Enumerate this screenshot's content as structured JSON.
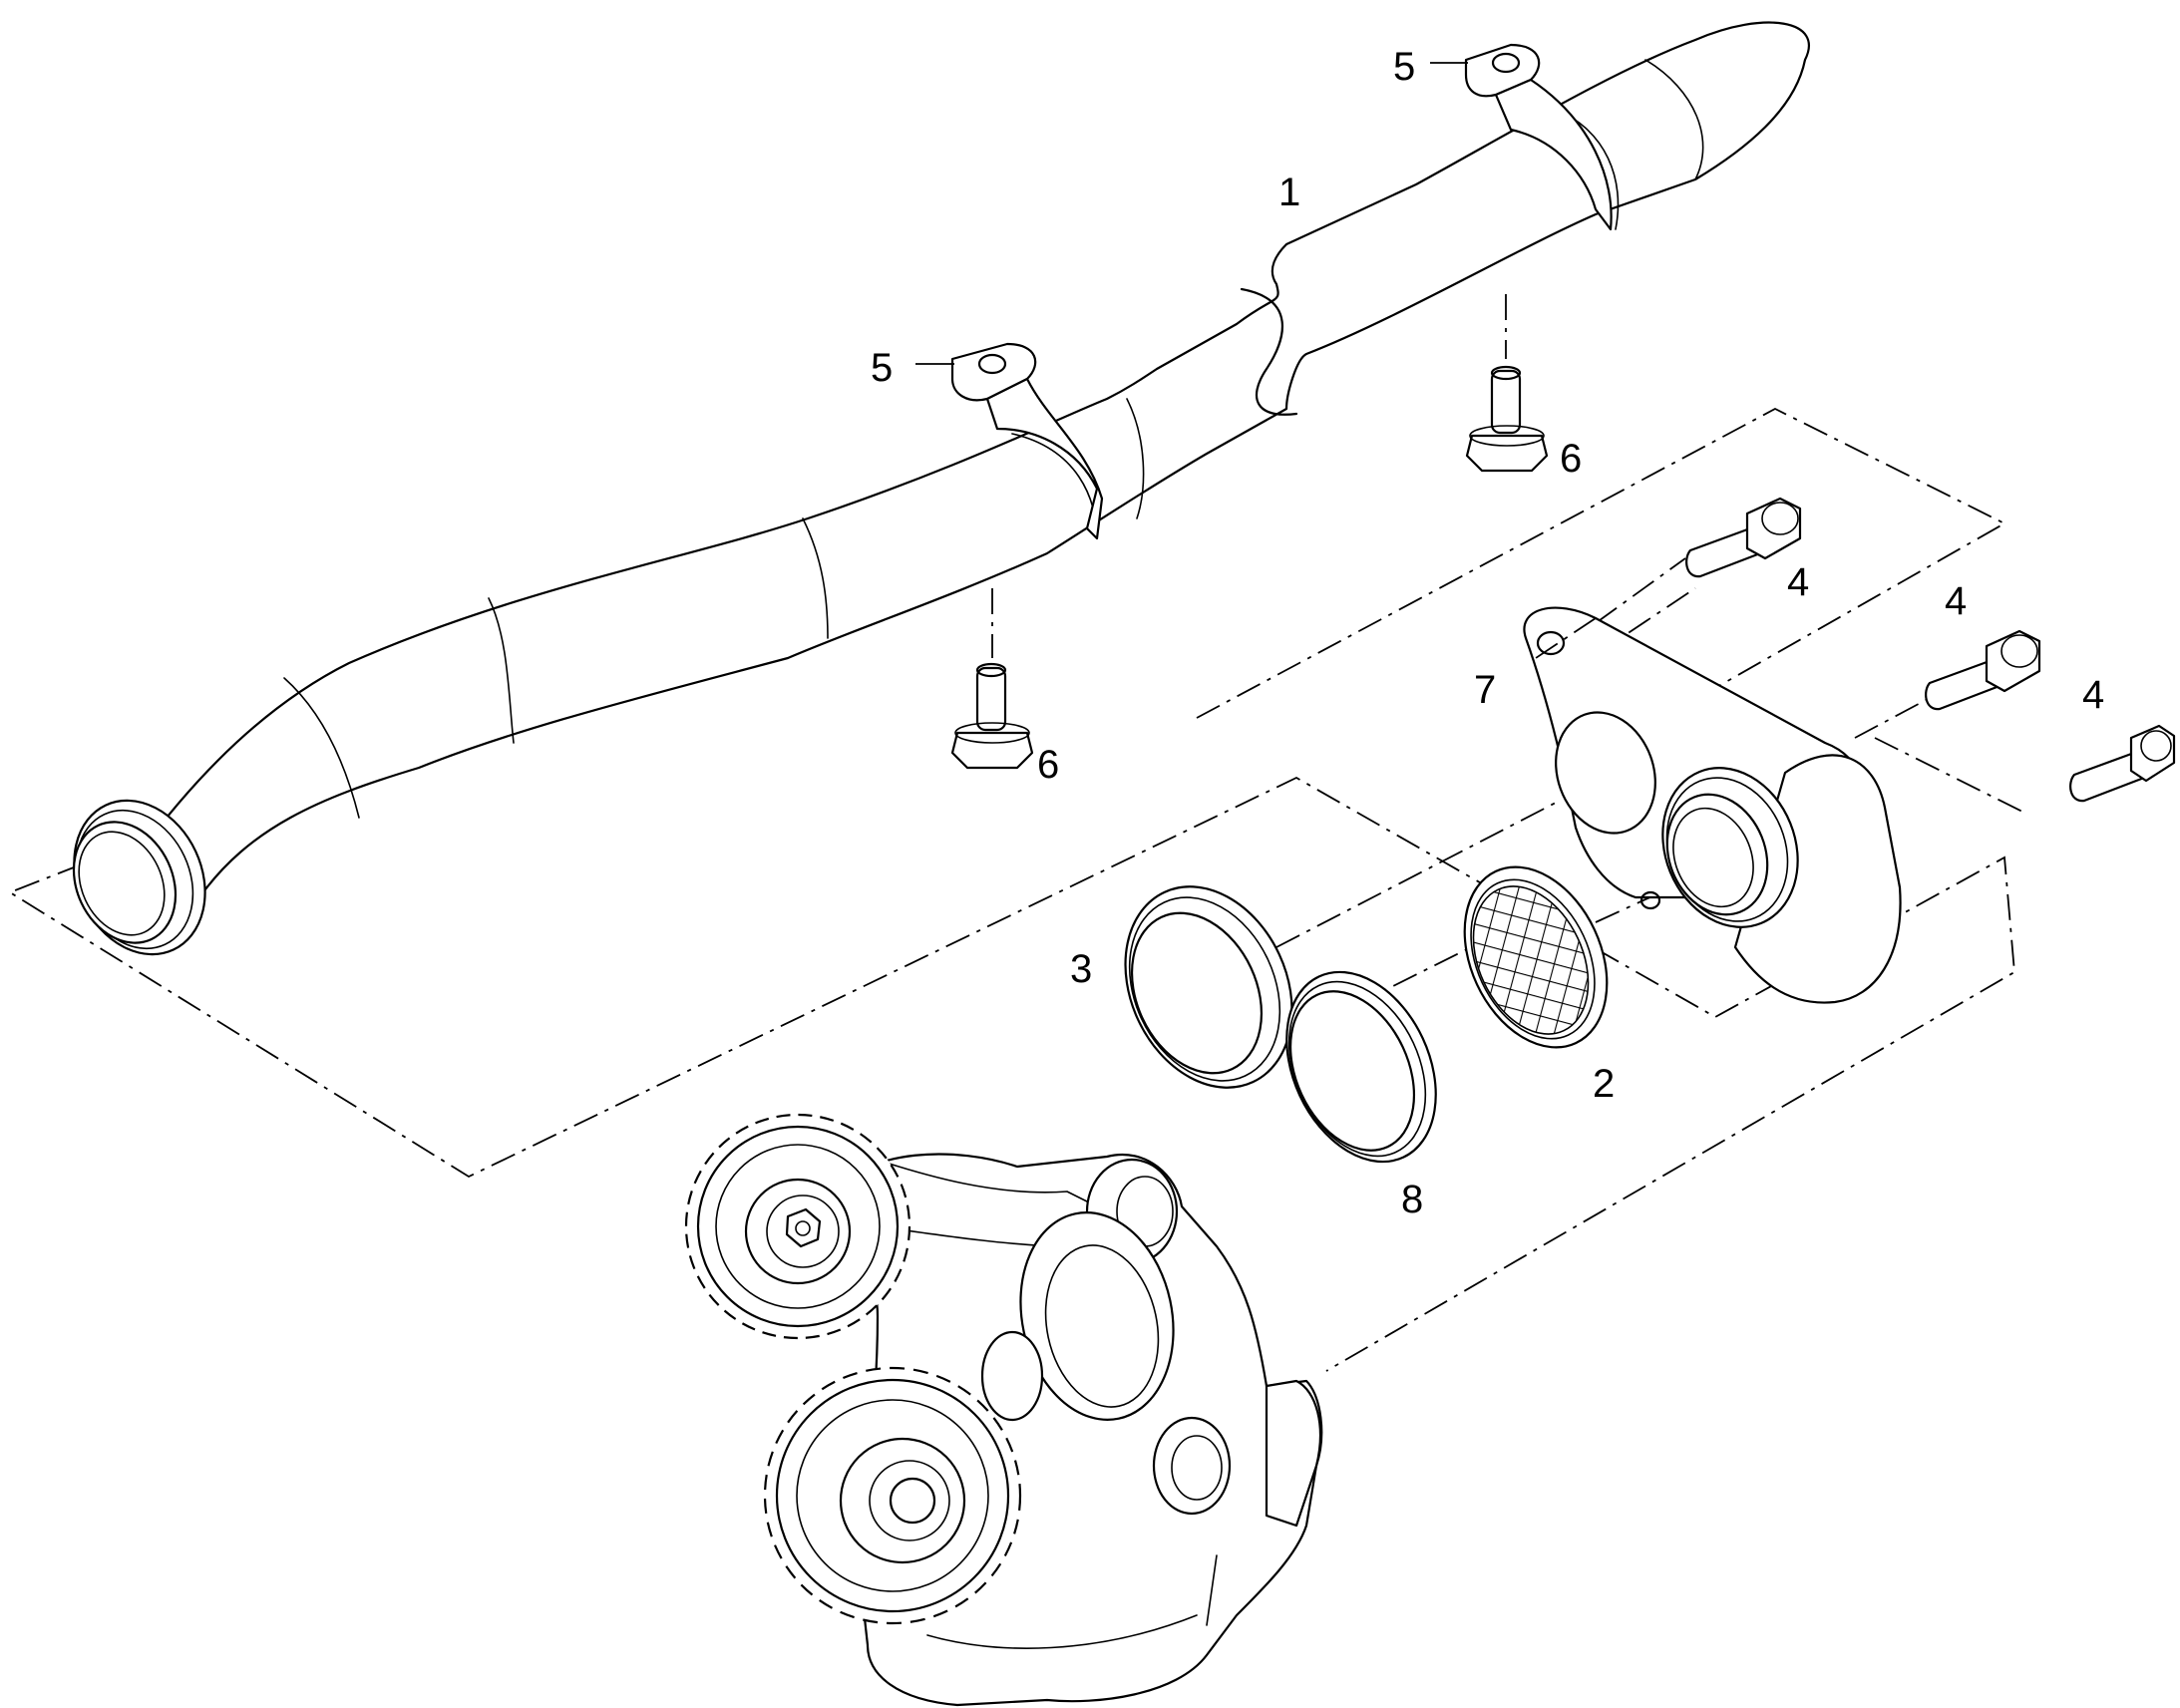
{
  "callouts": {
    "c1": "1",
    "c2": "2",
    "c3": "3",
    "c4a": "4",
    "c4b": "4",
    "c4c": "4",
    "c5a": "5",
    "c5b": "5",
    "c6a": "6",
    "c6b": "6",
    "c7": "7",
    "c8": "8"
  }
}
